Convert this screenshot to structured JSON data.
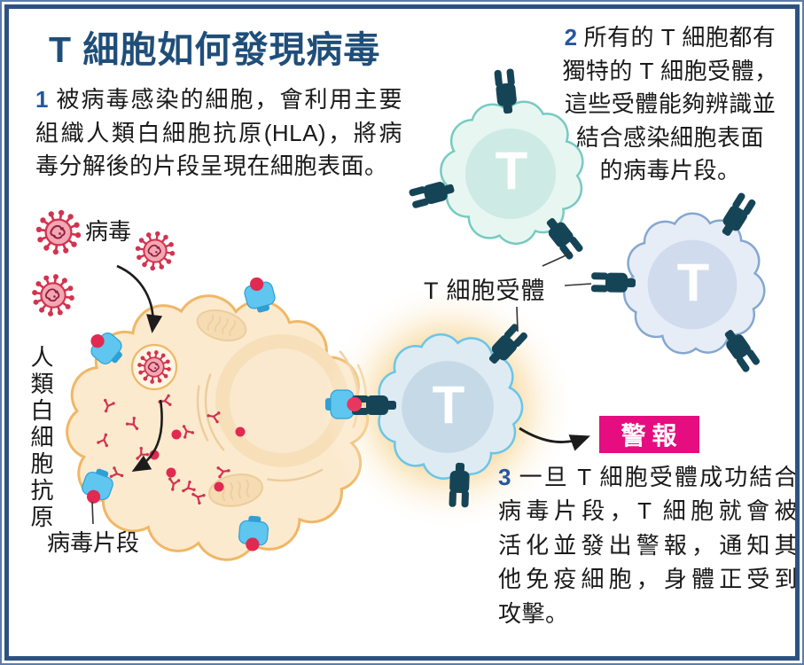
{
  "title": "T 細胞如何發現病毒",
  "step1": {
    "num": "1",
    "lines": [
      "被病毒感染的細胞，會利用主要",
      "組織人類白細胞抗原(HLA)，將病",
      "毒分解後的片段呈現在細胞表面。"
    ]
  },
  "step2": {
    "num": "2",
    "lines": [
      "所有的 T 細胞都有",
      "獨特的 T 細胞受體，",
      "這些受體能夠辨識並",
      "結合感染細胞表面",
      "的病毒片段。"
    ]
  },
  "step3": {
    "num": "3",
    "lines": [
      "一旦 T 細胞受體成功結合",
      "病毒片段，T 細胞就會被",
      "活化並發出警報，通知其",
      "他免疫細胞，身體正受到",
      "攻擊。"
    ]
  },
  "labels": {
    "virus": "病毒",
    "hla": "人類白細胞抗原",
    "virus_fragment": "病毒片段",
    "t_cell_receptor": "T 細胞受體",
    "alert": "警報",
    "t_letter": "T"
  },
  "colors": {
    "frame": "#2E5181",
    "frame_outer": "#5E7BAD",
    "title_text": "#1F4E79",
    "step_number": "#2457A0",
    "body_text": "#1A1A1A",
    "alert_bg": "#E50D7F",
    "alert_text": "#FFFFFF",
    "virus_spike": "#D2334F",
    "virus_body": "#F3A7B2",
    "virus_rna": "#8E2040",
    "cell_fill": "#FCEACF",
    "cell_border": "#F0B765",
    "organelle": "#F5DCB2",
    "nucleus": "#F7DFB9",
    "nucleus_inner": "#FAE9CE",
    "er": "#EDCD9D",
    "hla_blue": "#5FC6F0",
    "hla_dark": "#2F9FD4",
    "fragment_red": "#E02A52",
    "receptor_dark": "#164457",
    "teal_border": "#76CBC0",
    "teal_fill": "#E8F6F2",
    "teal_inner": "#CEEAE5",
    "blue_border": "#85A7D0",
    "blue_fill": "#E7EDF6",
    "blue_inner": "#D0DBED",
    "center_border": "#69C6E8",
    "center_fill": "#DFEBF2",
    "center_inner": "#C5DAE6",
    "glow": "#F7D294",
    "line": "#1C1C1C"
  }
}
